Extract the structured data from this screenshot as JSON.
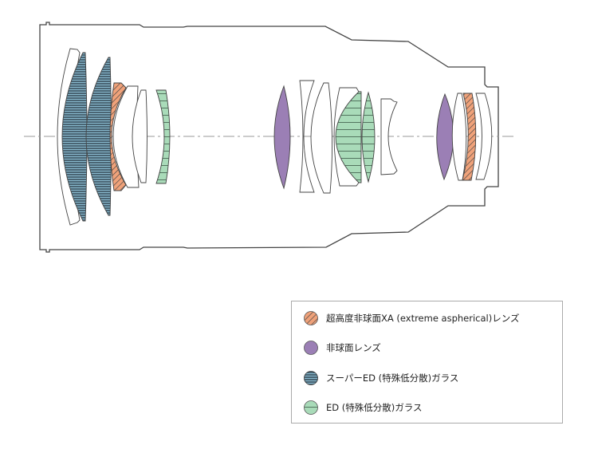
{
  "colors": {
    "xa_aspherical": "#f0a27a",
    "aspherical": "#9b7fb5",
    "super_ed": "#4a6574",
    "super_ed_lines": "#8fc3d9",
    "ed": "#a9dbb9",
    "outline": "#444444",
    "axis": "#999999"
  },
  "legend": {
    "items": [
      {
        "label": "超高度非球面XA (extreme aspherical)レンズ",
        "icon": "hatched-orange-swatch"
      },
      {
        "label": "非球面レンズ",
        "icon": "purple-swatch"
      },
      {
        "label": "スーパーED (特殊低分散)ガラス",
        "icon": "dark-striped-swatch"
      },
      {
        "label": "ED (特殊低分散)ガラス",
        "icon": "green-striped-swatch"
      }
    ]
  }
}
